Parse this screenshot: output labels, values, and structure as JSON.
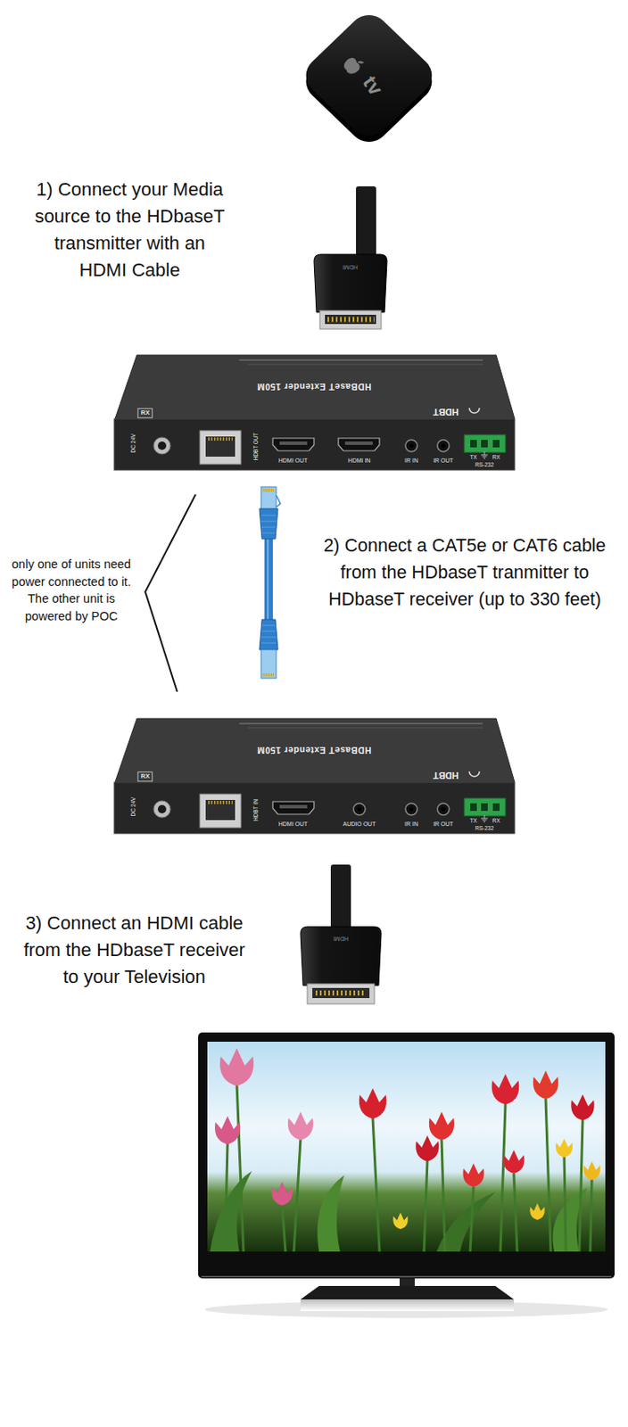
{
  "diagram": {
    "nodes": [
      {
        "text": [
          "tv"
        ]
      },
      {
        "text": [
          "HDBaseT Extender 150M",
          "RX",
          "HDBT",
          "DC 24V",
          "HDBT OUT",
          "HDMI OUT",
          "HDMI IN",
          "IR IN",
          "IR OUT",
          "TX",
          "RX",
          "RS-232"
        ]
      },
      {
        "text": [
          "HDBaseT Extender 150M",
          "RX",
          "HDBT",
          "DC 24V",
          "HDBT IN",
          "HDMI OUT",
          "AUDIO OUT",
          "IR IN",
          "IR OUT",
          "TX",
          "RX",
          "RS-232"
        ]
      }
    ],
    "labels": [
      "1) Connect your Media source to the HDbaseT transmitter with an HDMI Cable",
      "HDMI",
      "only one of units need power connected to it. The other unit is powered by POC",
      "2) Connect a CAT5e or CAT6 cable from the HDbaseT tranmitter to HDbaseT receiver (up to 330 feet)",
      "3) Connect an HDMI cable from the HDbaseT receiver to your Television",
      "HDMI"
    ]
  }
}
